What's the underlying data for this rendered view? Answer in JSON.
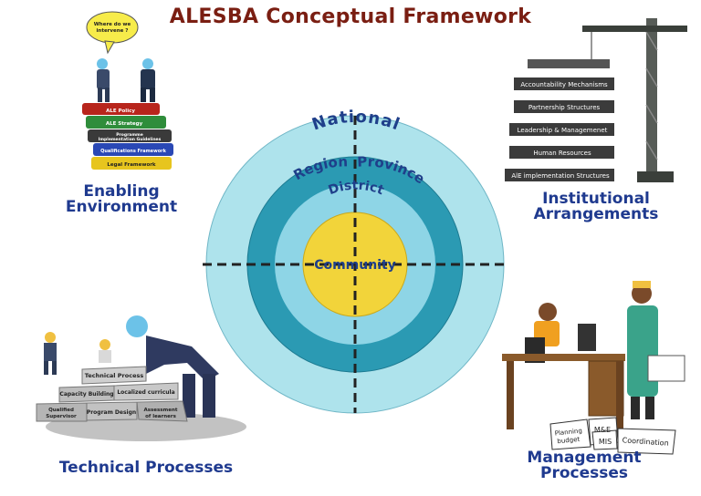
{
  "title": "ALESBA Conceptual Framework",
  "center": {
    "rings": [
      "National",
      "Region",
      "Province",
      "District",
      "Community"
    ],
    "colors": {
      "outer": "#aee3ec",
      "ring2": "#2b9ab3",
      "ring3": "#8ed5e6",
      "core": "#f2d43a",
      "text": "#1f3f8a",
      "axis": "#222222"
    }
  },
  "enabling": {
    "caption_line1": "Enabling",
    "caption_line2": "Environment",
    "bubble": "Where do we intervene ?",
    "books": [
      "ALE Policy",
      "ALE Strategy",
      "Programme Implementation Guidelines",
      "Qualifications Framework",
      "Legal Framework"
    ]
  },
  "institutional": {
    "caption_line1": "Institutional",
    "caption_line2": "Arrangements",
    "floors": [
      "Accountability Mechanisms",
      "Partnership Structures",
      "Leadership & Managemenet",
      "Human Resources",
      "AlE implementation Structures"
    ]
  },
  "technical": {
    "caption": "Technical Processes",
    "blocks": [
      "Technical Process",
      "Capacity Building",
      "Localized curricula",
      "Qualified Supervisor",
      "Program Design",
      "Assessment of learners"
    ]
  },
  "management": {
    "caption_line1": "Management",
    "caption_line2": "Processes",
    "papers": [
      "Planning budget",
      "M&E",
      "MIS",
      "Coordination"
    ]
  }
}
